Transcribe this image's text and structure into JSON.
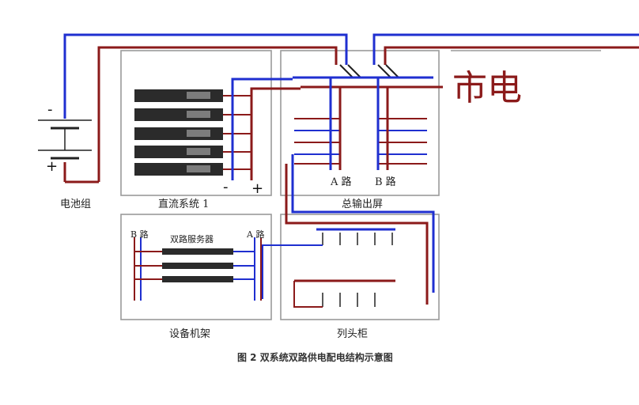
{
  "labels": {
    "battery_bank": "电池组",
    "battery_minus": "-",
    "battery_plus": "+",
    "dc_system": "直流系统 1",
    "dc_minus": "-",
    "dc_plus": "+",
    "main_output_panel": "总输出屏",
    "path_a": "A 路",
    "path_b": "B 路",
    "equipment_rack": "设备机架",
    "rack_path_b": "B 路",
    "rack_path_a": "A 路",
    "dual_path_server": "双路服务器",
    "column_cabinet": "列头柜",
    "mains_power": "市电",
    "figure_caption": "图 2  双系统双路供电配电结构示意图"
  },
  "colors": {
    "path_a_blue": "#1f2fd0",
    "path_b_red": "#8b1a1a",
    "frame_gray": "#9a9a9a"
  }
}
